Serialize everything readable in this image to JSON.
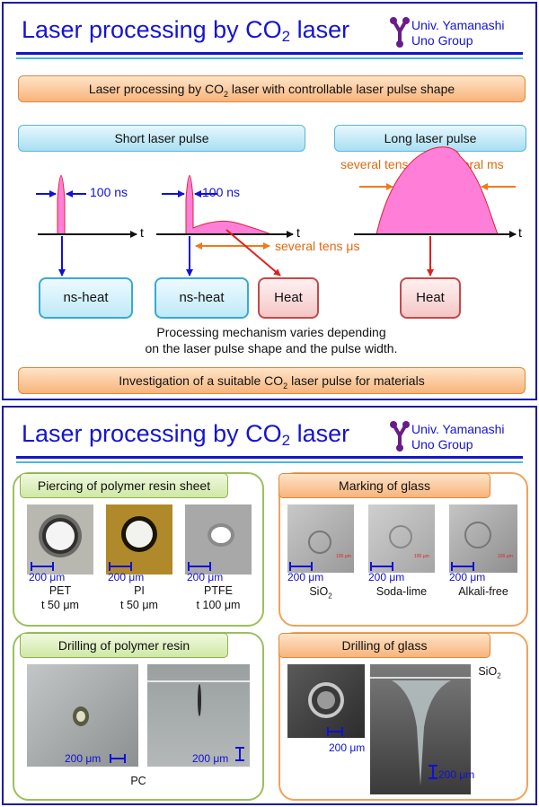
{
  "header": {
    "title_main": "Laser processing by CO",
    "title_sub": "2",
    "title_tail": " laser",
    "org_line1": "Univ. Yamanashi",
    "org_line2": "Uno Group"
  },
  "top": {
    "banner_pre": "Laser processing by CO",
    "banner_sub": "2",
    "banner_post": " laser with controllable laser pulse shape",
    "short_label": "Short laser pulse",
    "long_label": "Long laser pulse",
    "long_duration": "several tens μs ∼ several ms",
    "dur_100ns_a": "100 ns",
    "dur_100ns_b": "100 ns",
    "dur_tens_us": "several tens μs",
    "axis_t1": "t",
    "axis_t2": "t",
    "axis_t3": "t",
    "box_ns_heat_1": "ns-heat",
    "box_ns_heat_2": "ns-heat",
    "box_heat_1": "Heat",
    "box_heat_2": "Heat",
    "mechanism_line1": "Processing mechanism varies depending",
    "mechanism_line2": "on the laser pulse shape and the pulse width.",
    "investigate_pre": "Investigation of a suitable CO",
    "investigate_sub": "2",
    "investigate_post": " laser pulse for materials"
  },
  "bottom": {
    "title_main": "Laser processing by CO",
    "title_sub": "2",
    "title_tail": " laser",
    "org_line1": "Univ. Yamanashi",
    "org_line2": "Uno Group",
    "piercing": {
      "label": "Piercing of polymer resin sheet",
      "scale": "200 μm",
      "samples": [
        {
          "name": "PET",
          "thick": "t 50 μm"
        },
        {
          "name": "PI",
          "thick": "t 50 μm"
        },
        {
          "name": "PTFE",
          "thick": "t 100 μm"
        }
      ]
    },
    "marking": {
      "label": "Marking of glass",
      "scale": "200 μm",
      "inset": "100 μm",
      "samples": [
        {
          "name_pre": "SiO",
          "name_sub": "2"
        },
        {
          "name_pre": "Soda-lime",
          "name_sub": ""
        },
        {
          "name_pre": "Alkali-free",
          "name_sub": ""
        }
      ]
    },
    "drill_polymer": {
      "label": "Drilling of polymer resin",
      "scale": "200 μm",
      "material": "PC"
    },
    "drill_glass": {
      "label": "Drilling of glass",
      "scale": "200 μm",
      "material_pre": "SiO",
      "material_sub": "2"
    }
  },
  "colors": {
    "title_blue": "#1414d4",
    "pulse_pink": "#ff7fd8",
    "arrow_blue": "#1010d6",
    "arrow_orange": "#f07a1a",
    "arrow_red": "#e02020"
  }
}
